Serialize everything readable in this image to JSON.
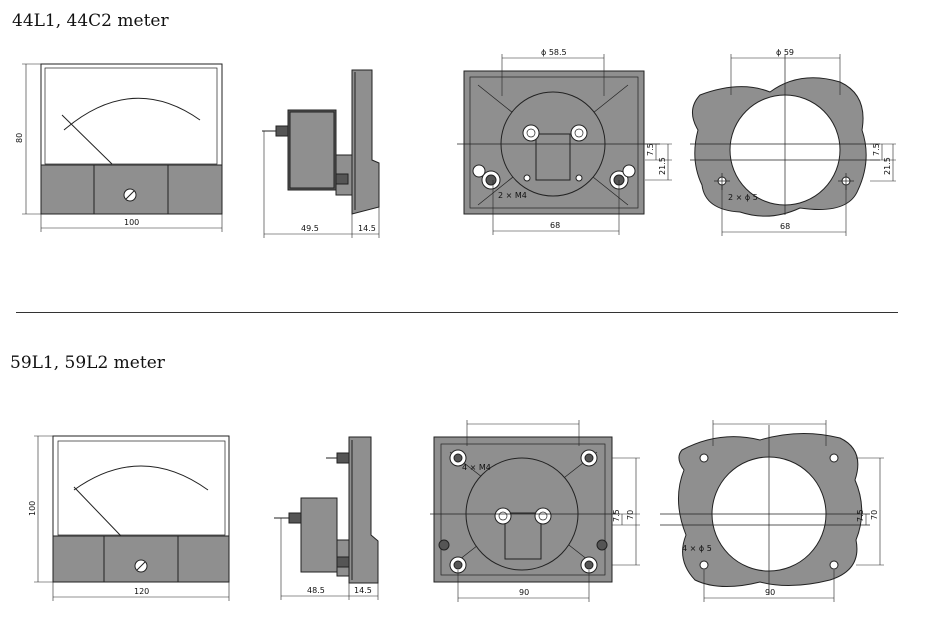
{
  "sections": [
    {
      "title": "44L1, 44C2 meter",
      "front": {
        "height": "80",
        "width": "100"
      },
      "side": {
        "depth": "49.5",
        "flange": "14.5"
      },
      "back": {
        "circle": "ϕ 58.5",
        "pitch": "68",
        "offset_small": "7.5",
        "offset_large": "21.5",
        "screws": "2 × M4"
      },
      "cutout": {
        "circle": "ϕ 59",
        "pitch": "68",
        "offset_small": "7.5",
        "offset_large": "21.5",
        "holes": "2 × ϕ 5"
      }
    },
    {
      "title": "59L1, 59L2 meter",
      "front": {
        "height": "100",
        "width": "120"
      },
      "side": {
        "depth": "48.5",
        "flange": "14.5"
      },
      "back": {
        "pitch_h": "90",
        "offset_small": "7.5",
        "offset_large": "70",
        "screws": "4 × M4"
      },
      "cutout": {
        "pitch_h": "90",
        "offset_small": "7.5",
        "offset_large": "70",
        "holes": "4 × ϕ 5"
      }
    }
  ]
}
